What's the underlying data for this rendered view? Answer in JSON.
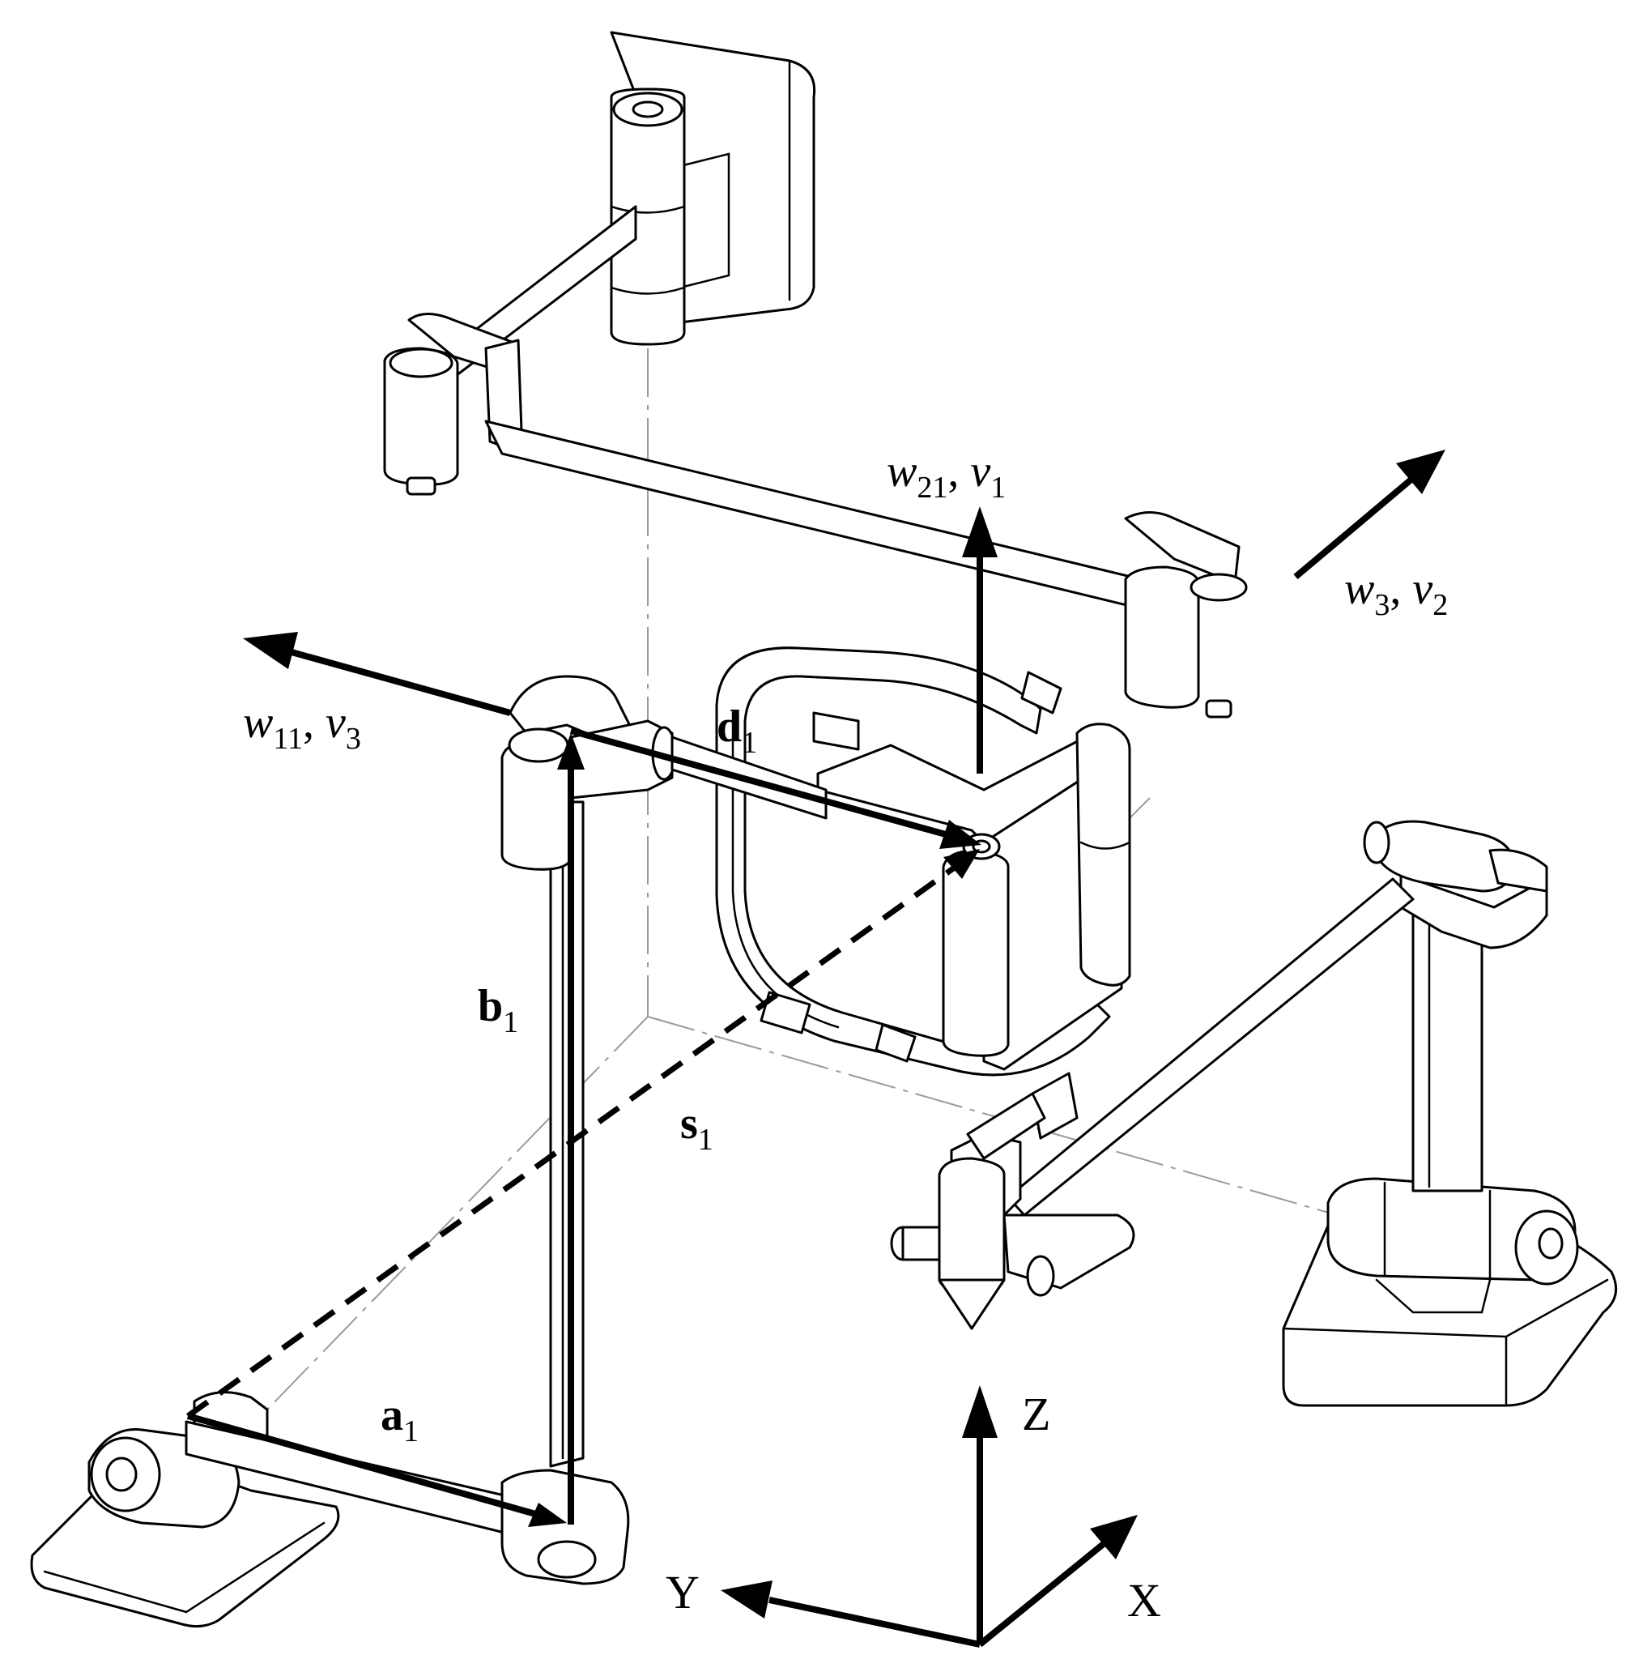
{
  "vectors": {
    "a": {
      "sym": "a",
      "sub": "1"
    },
    "b": {
      "sym": "b",
      "sub": "1"
    },
    "d": {
      "sym": "d",
      "sub": "1"
    },
    "s": {
      "sym": "s",
      "sub": "1"
    }
  },
  "twists": {
    "w21v1": {
      "w": "w",
      "wsub": "21",
      "v": "v",
      "vsub": "1"
    },
    "w3v2": {
      "w": "w",
      "wsub": "3",
      "v": "v",
      "vsub": "2"
    },
    "w11v3": {
      "w": "w",
      "wsub": "11",
      "v": "v",
      "vsub": "3"
    }
  },
  "axes": {
    "z": "Z",
    "x": "X",
    "y": "Y"
  },
  "colors": {
    "ink": "#000000",
    "guide": "#9a9a9a",
    "background": "#ffffff"
  }
}
